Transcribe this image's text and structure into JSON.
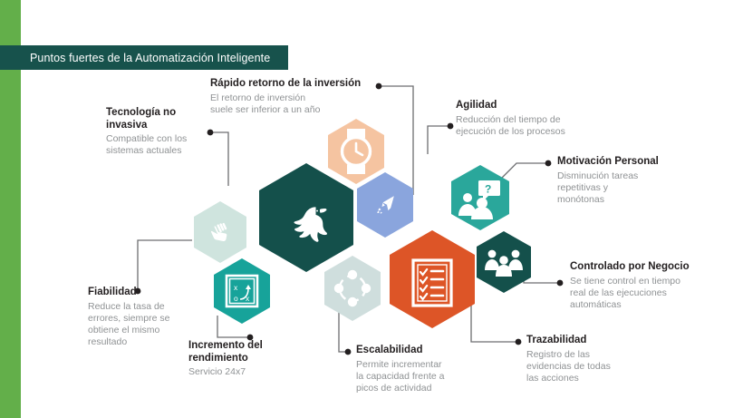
{
  "header": {
    "title": "Puntos fuertes de la Automatización Inteligente",
    "banner_color": "#17524c",
    "accent_bar_color": "#63af4a"
  },
  "diagram": {
    "type": "hexagon-cluster-infographic",
    "center_icon": "hummingbird-icon",
    "center_color": "#14504b",
    "hexagons": [
      {
        "name": "hex-center-hummingbird",
        "icon": "hummingbird-icon",
        "color": "#14504b"
      },
      {
        "name": "hex-watch",
        "icon": "watch-clock-icon",
        "color": "#f5c4a1"
      },
      {
        "name": "hex-paper-plane",
        "icon": "paper-plane-icon",
        "color": "#8aa5dd"
      },
      {
        "name": "hex-people-question",
        "icon": "people-question-icon",
        "color": "#2aa79b"
      },
      {
        "name": "hex-group-people",
        "icon": "group-people-icon",
        "color": "#14504b"
      },
      {
        "name": "hex-checklist",
        "icon": "checklist-icon",
        "color": "#dd5527"
      },
      {
        "name": "hex-network-nodes",
        "icon": "network-nodes-icon",
        "color": "#cfdedd"
      },
      {
        "name": "hex-strategy",
        "icon": "strategy-playbook-icon",
        "color": "#17a39a"
      },
      {
        "name": "hex-hand",
        "icon": "hand-fingers-icon",
        "color": "#cfe4de"
      }
    ]
  },
  "callouts": [
    {
      "id": "tecnologia-no-invasiva",
      "title": "Tecnología no\ninvasiva",
      "desc": "Compatible con los\nsistemas actuales"
    },
    {
      "id": "rapido-retorno",
      "title": "Rápido retorno de la inversión",
      "desc": "El retorno de inversión\nsuele ser inferior a un año"
    },
    {
      "id": "agilidad",
      "title": "Agilidad",
      "desc": "Reducción del tiempo de\nejecución de los procesos"
    },
    {
      "id": "motivacion-personal",
      "title": "Motivación  Personal",
      "desc": "Disminución tareas\nrepetitivas y\nmonótonas"
    },
    {
      "id": "controlado-por-negocio",
      "title": "Controlado  por Negocio",
      "desc": "Se tiene control en tiempo\nreal de las ejecuciones\nautomáticas"
    },
    {
      "id": "trazabilidad",
      "title": "Trazabilidad",
      "desc": "Registro de las\nevidencias de todas\nlas acciones"
    },
    {
      "id": "escalabilidad",
      "title": "Escalabilidad",
      "desc": "Permite incrementar\nla capacidad frente a\npicos de actividad"
    },
    {
      "id": "incremento-del-rendimiento",
      "title": "Incremento del\nrendimiento",
      "desc": "Servicio 24x7"
    },
    {
      "id": "fiabilidad",
      "title": "Fiabilidad",
      "desc": "Reduce la tasa de\nerrores, siempre se\nobtiene el mismo\nresultado"
    }
  ]
}
